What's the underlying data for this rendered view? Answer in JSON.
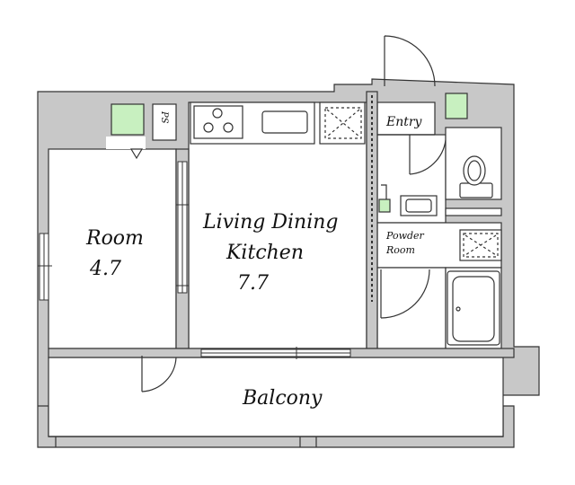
{
  "plan": {
    "rooms": {
      "room": {
        "name": "Room",
        "size": "4.7"
      },
      "ldk": {
        "name_line1": "Living Dining",
        "name_line2": "Kitchen",
        "size": "7.7"
      },
      "entry": {
        "name": "Entry"
      },
      "powder": {
        "name_line1": "Powder",
        "name_line2": "Room"
      },
      "balcony": {
        "name": "Balcony"
      },
      "ps": {
        "name": "PS"
      }
    },
    "colors": {
      "wall": "#c8c8c8",
      "line": "#333333",
      "accent_green": "#c8f0c0",
      "floor": "#ffffff"
    }
  }
}
